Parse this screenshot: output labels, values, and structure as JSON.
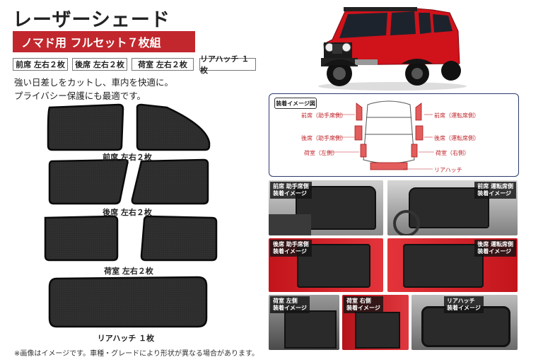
{
  "title": "レーザーシェード",
  "banner": "ノマド用 フルセット７枚組",
  "tags": [
    "前席 左右２枚",
    "後席 左右２枚",
    "荷室 左右２枚",
    "リアハッチ １枚"
  ],
  "description": [
    "強い日差しをカットし、車内を快適に。",
    "プライバシー保護にも最適です。"
  ],
  "product_labels": {
    "front": "前席 左右２枚",
    "rear": "後席 左右２枚",
    "cargo": "荷室 左右２枚",
    "hatch": "リアハッチ １枚"
  },
  "note": "※画像はイメージです。車種・グレードにより形状が異なる場合があります。",
  "diagram": {
    "title": "装着イメージ図",
    "labels": {
      "front_passenger": "前席（助手席側）",
      "front_driver": "前席（運転席側）",
      "rear_passenger": "後席（助手席側）",
      "rear_driver": "後席（運転席側）",
      "cargo_left": "荷室（左側）",
      "cargo_right": "荷室（右側）",
      "hatch": "リアハッチ"
    }
  },
  "photos": [
    {
      "line1": "前席 助手席側",
      "line2": "装着イメージ"
    },
    {
      "line1": "前席 運転席側",
      "line2": "装着イメージ"
    },
    {
      "line1": "後席 助手席側",
      "line2": "装着イメージ"
    },
    {
      "line1": "後席 運転席側",
      "line2": "装着イメージ"
    },
    {
      "line1": "荷室 左側",
      "line2": "装着イメージ"
    },
    {
      "line1": "荷室 右側",
      "line2": "装着イメージ"
    },
    {
      "line1": "リアハッチ",
      "line2": "装着イメージ"
    }
  ],
  "colors": {
    "accent": "#c1272d",
    "car_body": "#d0121b",
    "shade": "#2b2b2b",
    "frame": "#2a3a6e"
  }
}
